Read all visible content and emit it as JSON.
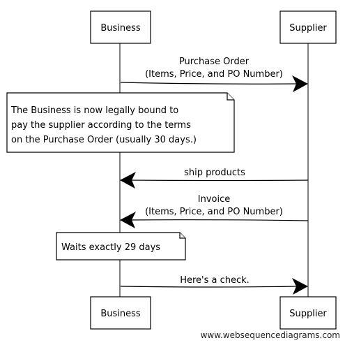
{
  "participants": {
    "business": "Business",
    "supplier": "Supplier"
  },
  "messages": [
    {
      "from": "business",
      "to": "supplier",
      "lines": [
        "Purchase Order",
        "(Items, Price, and PO Number)"
      ]
    },
    {
      "from": "supplier",
      "to": "business",
      "lines": [
        "ship products"
      ]
    },
    {
      "from": "supplier",
      "to": "business",
      "lines": [
        "Invoice",
        "(Items, Price, and PO Number)"
      ]
    },
    {
      "from": "business",
      "to": "supplier",
      "lines": [
        "Here's a check."
      ]
    }
  ],
  "notes": [
    {
      "lines": [
        "The Business is now legally bound to",
        "pay the supplier according to the terms",
        "on the Purchase Order (usually 30 days.)"
      ]
    },
    {
      "lines": [
        "Waits exactly 29 days"
      ]
    }
  ],
  "footer": {
    "credit": "www.websequencediagrams.com"
  }
}
